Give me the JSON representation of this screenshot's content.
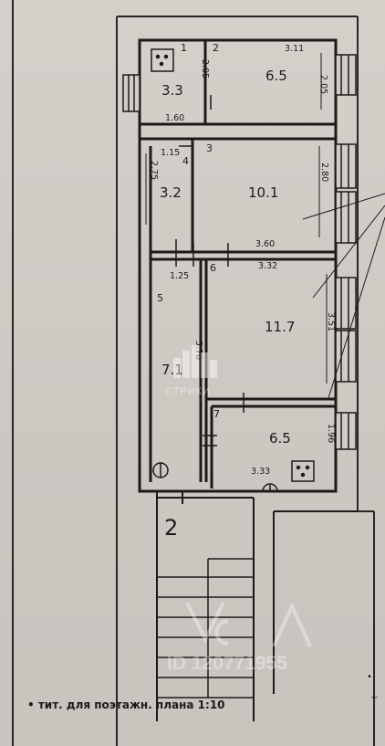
{
  "plan": {
    "rooms": [
      {
        "num": "1",
        "area": "3.3"
      },
      {
        "num": "2",
        "area": "6.5"
      },
      {
        "num": "3",
        "area": "10.1"
      },
      {
        "num": "4",
        "area": "3.2"
      },
      {
        "num": "5",
        "area": "7.1"
      },
      {
        "num": "6",
        "area": "11.7"
      },
      {
        "num": "7",
        "area": "6.5"
      }
    ],
    "dimensions": {
      "d_311": "3.11",
      "d_205a": "2.05",
      "d_205b": "2.05",
      "d_160": "1.60",
      "d_115": "1.15",
      "d_275": "2.75",
      "d_280": "2.80",
      "d_360": "3.60",
      "d_125": "1.25",
      "d_332": "3.32",
      "d_351": "3.51",
      "d_570": "5.70",
      "d_196": "1.96",
      "d_333": "3.33"
    },
    "stair_label": "2",
    "caption": "• тит. для поэтажн. плана 1:10",
    "watermark_center": "СТРИКИ",
    "watermark_bottom": "ID 120771955"
  },
  "colors": {
    "ink": "#1c1a1a",
    "paper": "#d2ccc7"
  }
}
